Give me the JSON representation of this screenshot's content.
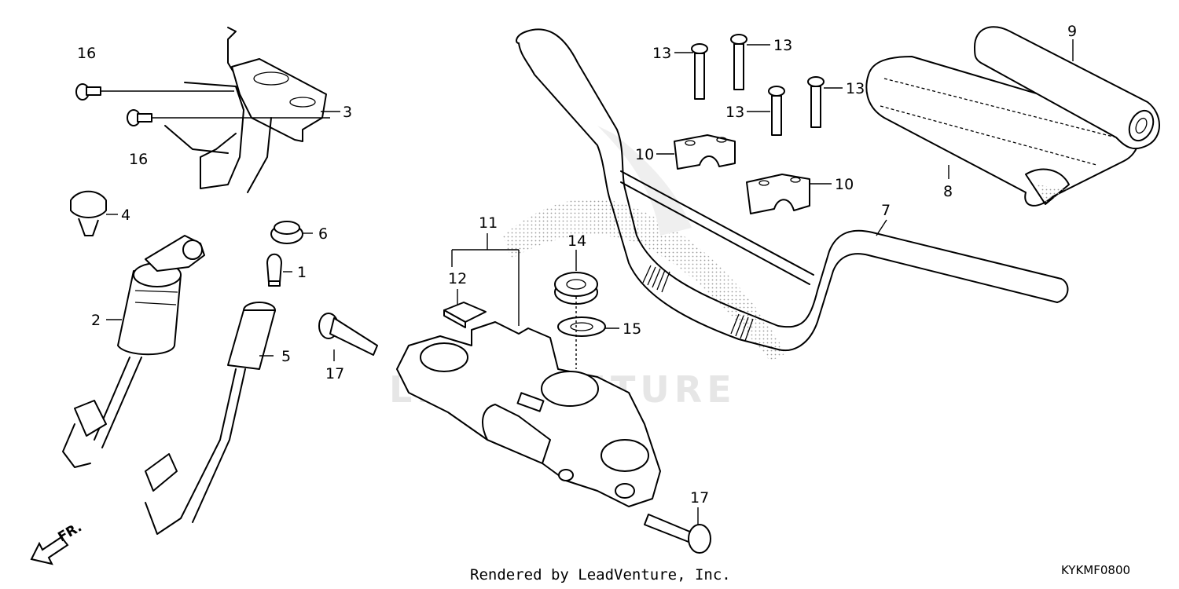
{
  "diagram": {
    "callouts": [
      "1",
      "2",
      "3",
      "4",
      "5",
      "6",
      "7",
      "8",
      "9",
      "10",
      "10",
      "11",
      "12",
      "13",
      "13",
      "13",
      "13",
      "14",
      "15",
      "16",
      "16",
      "17",
      "17"
    ],
    "watermark": "LEADVENTURE",
    "direction_label": "FR.",
    "footer_credit": "Rendered by LeadVenture, Inc.",
    "diagram_code": "KYKMF0800"
  }
}
